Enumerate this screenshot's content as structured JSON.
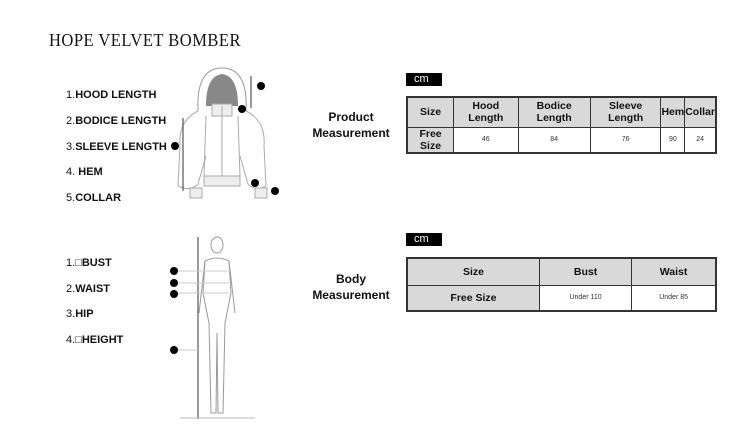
{
  "title": "HOPE VELVET BOMBER",
  "product": {
    "labels": [
      {
        "n": "1.",
        "t": "HOOD LENGTH"
      },
      {
        "n": "2.",
        "t": "BODICE LENGTH"
      },
      {
        "n": "3.",
        "t": "SLEEVE LENGTH"
      },
      {
        "n": "4.",
        "t": " HEM"
      },
      {
        "n": "5.",
        "t": "COLLAR"
      }
    ],
    "section": "Product Measurement",
    "unit": "cm",
    "headers": [
      "Size",
      "Hood Length",
      "Bodice Length",
      "Sleeve Length",
      "Hem",
      "Collar"
    ],
    "row": [
      "Free Size",
      "46",
      "84",
      "76",
      "90",
      "24"
    ]
  },
  "body": {
    "labels": [
      {
        "n": "1.",
        "t": "□BUST"
      },
      {
        "n": "2.",
        "t": "WAIST"
      },
      {
        "n": "3.",
        "t": "HIP"
      },
      {
        "n": "4.",
        "t": "□HEIGHT"
      }
    ],
    "section": "Body Measurement",
    "unit": "cm",
    "headers": [
      "Size",
      "Bust",
      "Waist"
    ],
    "row": [
      "Free Size",
      "Under 110",
      "Under 85"
    ]
  }
}
